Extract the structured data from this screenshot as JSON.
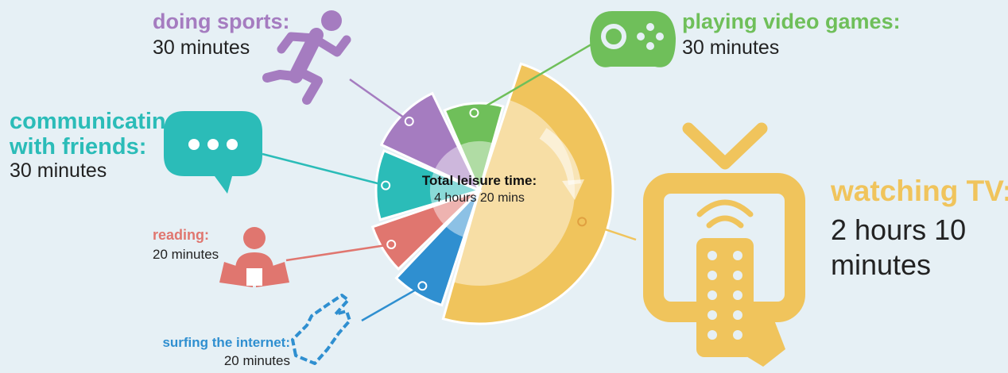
{
  "chart_data": {
    "type": "pie",
    "center_label": {
      "title": "Total leisure time:",
      "value": "4 hours 20 mins"
    },
    "categories": [
      "playing video games",
      "watching TV",
      "surfing the internet",
      "reading",
      "communicating with friends",
      "doing sports"
    ],
    "values": [
      30,
      130,
      20,
      20,
      30,
      30
    ],
    "unit": "minutes",
    "labels": {
      "sports": {
        "title": "doing sports:",
        "value": "30 minutes"
      },
      "games": {
        "title": "playing video games:",
        "value": "30 minutes"
      },
      "friends": {
        "title_line1": "communicating",
        "title_line2": "with friends:",
        "value": "30 minutes"
      },
      "tv": {
        "title": "watching TV:",
        "value_line1": "2 hours 10",
        "value_line2": "minutes"
      },
      "reading": {
        "title": "reading:",
        "value": "20 minutes"
      },
      "internet": {
        "title": "surfing the internet:",
        "value": "20 minutes"
      }
    },
    "colors": {
      "games": "#6fbf5a",
      "tv": "#f0c45c",
      "internet": "#2f8fd0",
      "reading": "#e0766f",
      "friends": "#2bbcb8",
      "sports": "#a57cc0"
    }
  },
  "icons": {
    "sports": "running-person-icon",
    "games": "gamepad-icon",
    "friends": "speech-bubble-icon",
    "reading": "reading-person-icon",
    "internet": "pointing-hand-icon",
    "tv": "tv-remote-icon"
  }
}
